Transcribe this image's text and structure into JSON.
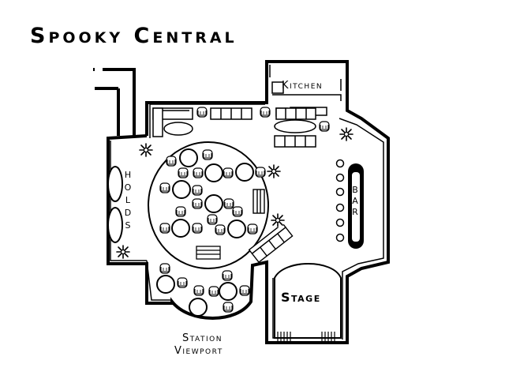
{
  "map": {
    "title": "Spooky Central",
    "labels": {
      "kitchen": "Kitchen",
      "stage": "Stage",
      "holds": "HOLDS",
      "bar": "BAR",
      "viewport_line1": "Station",
      "viewport_line2": "Viewport"
    },
    "colors": {
      "wall": "#000000",
      "floor": "#ffffff"
    },
    "icons": [
      "snowflake-icon",
      "chair-icon",
      "round-table-icon",
      "booth-icon",
      "stool-icon"
    ]
  }
}
